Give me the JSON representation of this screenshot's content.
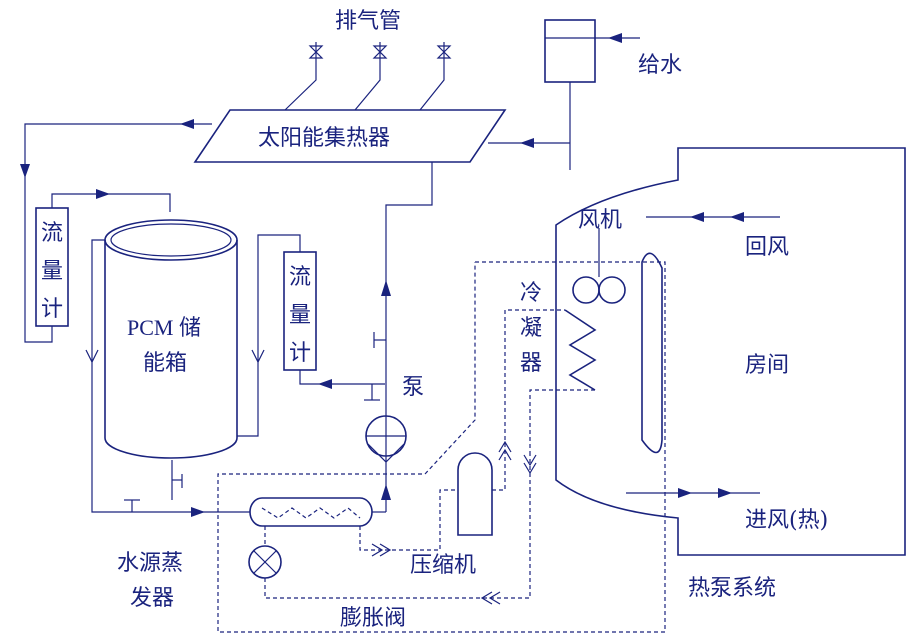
{
  "labels": {
    "exhaust_pipe": "排气管",
    "water_supply": "给水",
    "solar_collector": "太阳能集热器",
    "flowmeter_left": [
      "流",
      "量",
      "计"
    ],
    "pcm_line1": "PCM 储",
    "pcm_line2": "能箱",
    "flowmeter_right": [
      "流",
      "量",
      "计"
    ],
    "pump": "泵",
    "fan": "风机",
    "return_air": "回风",
    "condenser": [
      "冷",
      "凝",
      "器"
    ],
    "room": "房间",
    "supply_air": "进风(热)",
    "evaporator_line1": "水源蒸",
    "evaporator_line2": "发器",
    "compressor": "压缩机",
    "expansion_valve": "膨胀阀",
    "heat_pump_system": "热泵系统"
  },
  "colors": {
    "line": "#1a237e",
    "background": "#ffffff"
  }
}
